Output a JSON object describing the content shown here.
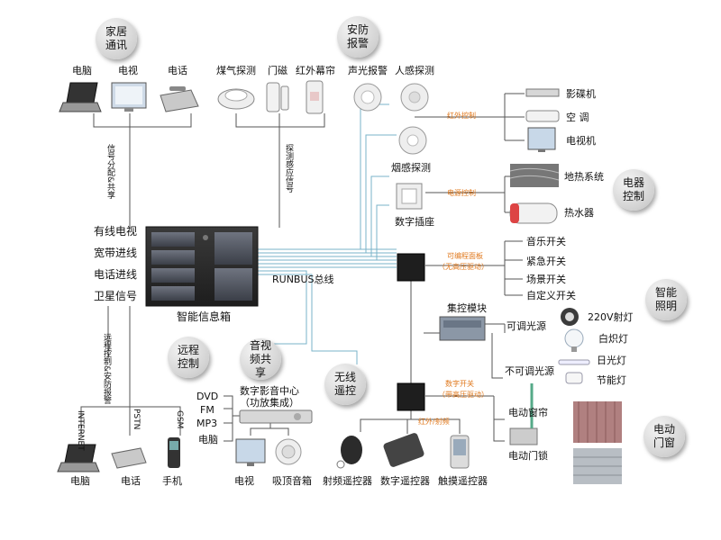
{
  "bubbles": {
    "home_comm": "家居通讯",
    "security": "安防报警",
    "appliance": "电器控制",
    "lighting": "智能照明",
    "curtain": "电动门窗",
    "remote": "远程控制",
    "av": "音视频共享",
    "wireless": "无线遥控"
  },
  "top_devices": {
    "computer": "电脑",
    "tv": "电视",
    "phone": "电话",
    "gas": "煤气探测",
    "door": "门磁",
    "ir_curtain": "红外幕帘",
    "sound_light": "声光报警",
    "pir": "人感探测",
    "smoke": "烟感探测"
  },
  "signal_labels": {
    "share": "信号分配&共享",
    "detect": "探测感应信号",
    "remote_alarm": "远程控制&安防报警"
  },
  "box": {
    "rows": [
      "有线电视",
      "宽带进线",
      "电话进线",
      "卫星信号"
    ],
    "title": "智能信息箱",
    "bus": "RUNBUS总线"
  },
  "right_devices": {
    "dvd_player": "影碟机",
    "aircon": "空 调",
    "tvset": "电视机",
    "ir_ctrl": "红外控制",
    "floor_heat": "地热系统",
    "water_heater": "热水器",
    "socket": "数字插座",
    "power_ctrl": "电源控制",
    "panel1": "可编程面板",
    "panel2": "（无高压驱动）",
    "music": "音乐开关",
    "emergency": "紧急开关",
    "scene": "场景开关",
    "custom": "自定义开关",
    "module": "集控模块",
    "dimmable": "可调光源",
    "lamp220": "220V射灯",
    "incandescent": "白炽灯",
    "nondim": "不可调光源",
    "fluorescent": "日光灯",
    "energy": "节能灯",
    "dswitch1": "数字开关",
    "dswitch2": "（带高压驱动）",
    "ir_rf": "红外/射频",
    "curtain_motor": "电动窗帘",
    "door_lock": "电动门锁"
  },
  "bottom": {
    "internet": "INTERNET",
    "pstn": "PSTN",
    "gsm": "GSM",
    "computer": "电脑",
    "phone": "电话",
    "mobile": "手机",
    "dvd": "DVD",
    "fm": "FM",
    "mp3": "MP3",
    "pc": "电脑",
    "center1": "数字影音中心",
    "center2": "（功放集成）",
    "tv": "电视",
    "ceiling_speaker": "吸顶音箱",
    "rf_remote": "射频遥控器",
    "digital_remote": "数字遥控器",
    "touch_remote": "触摸遥控器"
  },
  "colors": {
    "line": "#555555",
    "bus_line": "#7ab3c9",
    "accent": "#e0781c"
  }
}
